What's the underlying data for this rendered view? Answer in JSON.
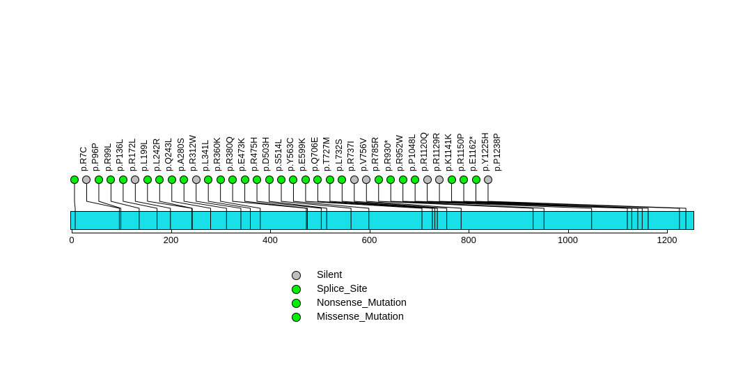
{
  "chart_data": {
    "type": "lollipop",
    "title": "",
    "xlabel": "",
    "ylabel": "",
    "xlim": [
      0,
      1252
    ],
    "grid": false,
    "protein_length": 1252,
    "axis_ticks": [
      {
        "value": 0,
        "label": "0"
      },
      {
        "value": 200,
        "label": "200"
      },
      {
        "value": 400,
        "label": "400"
      },
      {
        "value": 600,
        "label": "600"
      },
      {
        "value": 800,
        "label": "800"
      },
      {
        "value": 1000,
        "label": "1000"
      },
      {
        "value": 1200,
        "label": "1200"
      }
    ],
    "colors": {
      "protein_bar": "#19E0E8",
      "silent": "#BEBEBE",
      "splice_site": "#00EE00",
      "nonsense_mutation": "#00EE00",
      "missense_mutation": "#00EE00",
      "outline": "#000000"
    },
    "legend": {
      "position": "bottom-center",
      "entries": [
        {
          "label": "Silent",
          "color": "#BEBEBE"
        },
        {
          "label": "Splice_Site",
          "color": "#00EE00"
        },
        {
          "label": "Nonsense_Mutation",
          "color": "#00EE00"
        },
        {
          "label": "Missense_Mutation",
          "color": "#00EE00"
        }
      ]
    },
    "mutations": [
      {
        "label": "p.R7C",
        "position": 7,
        "type": "Missense_Mutation",
        "color": "#00EE00"
      },
      {
        "label": "p.P96P",
        "position": 96,
        "type": "Silent",
        "color": "#BEBEBE"
      },
      {
        "label": "p.R99L",
        "position": 99,
        "type": "Missense_Mutation",
        "color": "#00EE00"
      },
      {
        "label": "p.P136L",
        "position": 136,
        "type": "Missense_Mutation",
        "color": "#00EE00"
      },
      {
        "label": "p.R172L",
        "position": 172,
        "type": "Missense_Mutation",
        "color": "#00EE00"
      },
      {
        "label": "p.L199L",
        "position": 199,
        "type": "Silent",
        "color": "#BEBEBE"
      },
      {
        "label": "p.L242R",
        "position": 242,
        "type": "Missense_Mutation",
        "color": "#00EE00"
      },
      {
        "label": "p.Q243L",
        "position": 243,
        "type": "Missense_Mutation",
        "color": "#00EE00"
      },
      {
        "label": "p.A280S",
        "position": 280,
        "type": "Missense_Mutation",
        "color": "#00EE00"
      },
      {
        "label": "p.R312W",
        "position": 312,
        "type": "Missense_Mutation",
        "color": "#00EE00"
      },
      {
        "label": "p.L341L",
        "position": 341,
        "type": "Silent",
        "color": "#BEBEBE"
      },
      {
        "label": "p.R360K",
        "position": 360,
        "type": "Missense_Mutation",
        "color": "#00EE00"
      },
      {
        "label": "p.R380Q",
        "position": 380,
        "type": "Missense_Mutation",
        "color": "#00EE00"
      },
      {
        "label": "p.E473K",
        "position": 473,
        "type": "Missense_Mutation",
        "color": "#00EE00"
      },
      {
        "label": "p.R475H",
        "position": 475,
        "type": "Missense_Mutation",
        "color": "#00EE00"
      },
      {
        "label": "p.D503H",
        "position": 503,
        "type": "Missense_Mutation",
        "color": "#00EE00"
      },
      {
        "label": "p.S514L",
        "position": 514,
        "type": "Missense_Mutation",
        "color": "#00EE00"
      },
      {
        "label": "p.Y563C",
        "position": 563,
        "type": "Missense_Mutation",
        "color": "#00EE00"
      },
      {
        "label": "p.E599K",
        "position": 599,
        "type": "Missense_Mutation",
        "color": "#00EE00"
      },
      {
        "label": "p.Q706E",
        "position": 706,
        "type": "Missense_Mutation",
        "color": "#00EE00"
      },
      {
        "label": "p.T727M",
        "position": 727,
        "type": "Missense_Mutation",
        "color": "#00EE00"
      },
      {
        "label": "p.L732S",
        "position": 732,
        "type": "Missense_Mutation",
        "color": "#00EE00"
      },
      {
        "label": "p.R737I",
        "position": 737,
        "type": "Missense_Mutation",
        "color": "#00EE00"
      },
      {
        "label": "p.V756V",
        "position": 756,
        "type": "Silent",
        "color": "#BEBEBE"
      },
      {
        "label": "p.R785R",
        "position": 785,
        "type": "Silent",
        "color": "#BEBEBE"
      },
      {
        "label": "p.R930*",
        "position": 930,
        "type": "Nonsense_Mutation",
        "color": "#00EE00"
      },
      {
        "label": "p.R952W",
        "position": 952,
        "type": "Missense_Mutation",
        "color": "#00EE00"
      },
      {
        "label": "p.P1048L",
        "position": 1048,
        "type": "Missense_Mutation",
        "color": "#00EE00"
      },
      {
        "label": "p.R1120Q",
        "position": 1120,
        "type": "Missense_Mutation",
        "color": "#00EE00"
      },
      {
        "label": "p.R1129R",
        "position": 1129,
        "type": "Silent",
        "color": "#BEBEBE"
      },
      {
        "label": "p.K1141K",
        "position": 1141,
        "type": "Silent",
        "color": "#BEBEBE"
      },
      {
        "label": "p.R1150P",
        "position": 1150,
        "type": "Missense_Mutation",
        "color": "#00EE00"
      },
      {
        "label": "p.E1162*",
        "position": 1162,
        "type": "Nonsense_Mutation",
        "color": "#00EE00"
      },
      {
        "label": "p.Y1225H",
        "position": 1225,
        "type": "Missense_Mutation",
        "color": "#00EE00"
      },
      {
        "label": "p.P1238P",
        "position": 1238,
        "type": "Silent",
        "color": "#BEBEBE"
      }
    ]
  }
}
